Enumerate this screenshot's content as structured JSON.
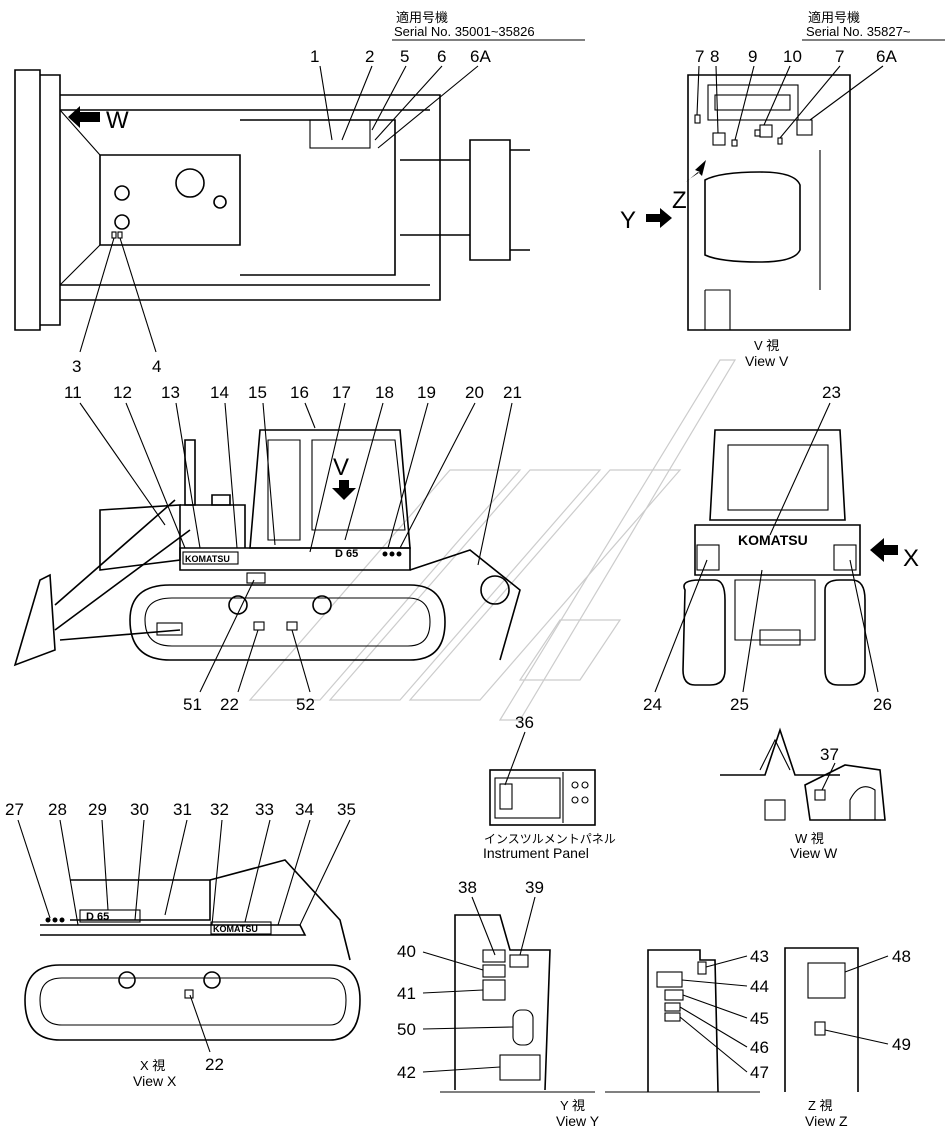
{
  "serial_ranges": [
    {
      "jp": "適用号機",
      "en": "Serial  No.  35001~35826"
    },
    {
      "jp": "適用号機",
      "en": "Serial  No.  35827~"
    }
  ],
  "views": {
    "v": {
      "jp": "V  視",
      "en": "View  V"
    },
    "w": {
      "jp": "W  視",
      "en": "View  W"
    },
    "x": {
      "jp": "X  視",
      "en": "View  X"
    },
    "y": {
      "jp": "Y  視",
      "en": "View  Y"
    },
    "z": {
      "jp": "Z  視",
      "en": "View  Z"
    },
    "panel": {
      "jp": "インスツルメントパネル",
      "en": "Instrument  Panel"
    }
  },
  "arrows": {
    "w": "W",
    "v": "V",
    "x": "X",
    "y": "Y",
    "z": "Z"
  },
  "machine_text": {
    "brand": "KOMATSU",
    "model": "D 65"
  },
  "callouts": {
    "c1": "1",
    "c2": "2",
    "c5": "5",
    "c6": "6",
    "c6a": "6A",
    "c3": "3",
    "c4": "4",
    "c7a": "7",
    "c8": "8",
    "c9": "9",
    "c10": "10",
    "c7b": "7",
    "c6a2": "6A",
    "c11": "11",
    "c12": "12",
    "c13": "13",
    "c14": "14",
    "c15": "15",
    "c16": "16",
    "c17": "17",
    "c18": "18",
    "c19": "19",
    "c20": "20",
    "c21": "21",
    "c51": "51",
    "c22": "22",
    "c52": "52",
    "c23": "23",
    "c24": "24",
    "c25": "25",
    "c26": "26",
    "c36": "36",
    "c37": "37",
    "c27": "27",
    "c28": "28",
    "c29": "29",
    "c30": "30",
    "c31": "31",
    "c32": "32",
    "c33": "33",
    "c34": "34",
    "c35": "35",
    "c22b": "22",
    "c38": "38",
    "c39": "39",
    "c40": "40",
    "c41": "41",
    "c50": "50",
    "c42": "42",
    "c43": "43",
    "c44": "44",
    "c45": "45",
    "c46": "46",
    "c47": "47",
    "c48": "48",
    "c49": "49"
  }
}
